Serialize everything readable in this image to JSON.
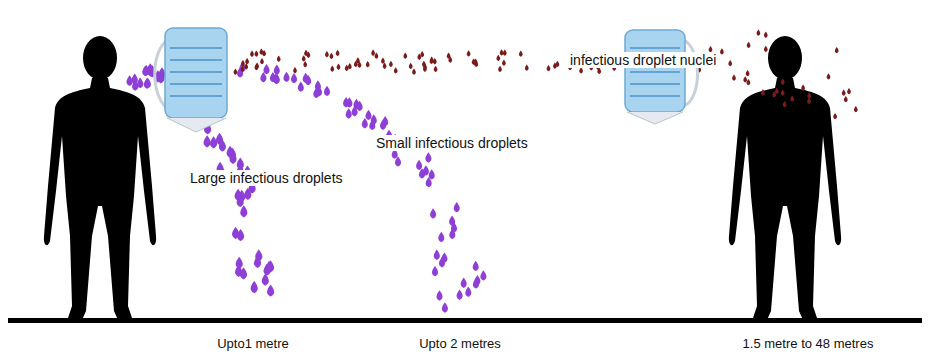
{
  "diagram": {
    "labels": [
      "infectious droplet nuclei",
      "Small infectious droplets",
      "Large infectious droplets",
      "Upto1 metre",
      "Upto 2 metres",
      "1.5 metre to 48 metres"
    ]
  }
}
